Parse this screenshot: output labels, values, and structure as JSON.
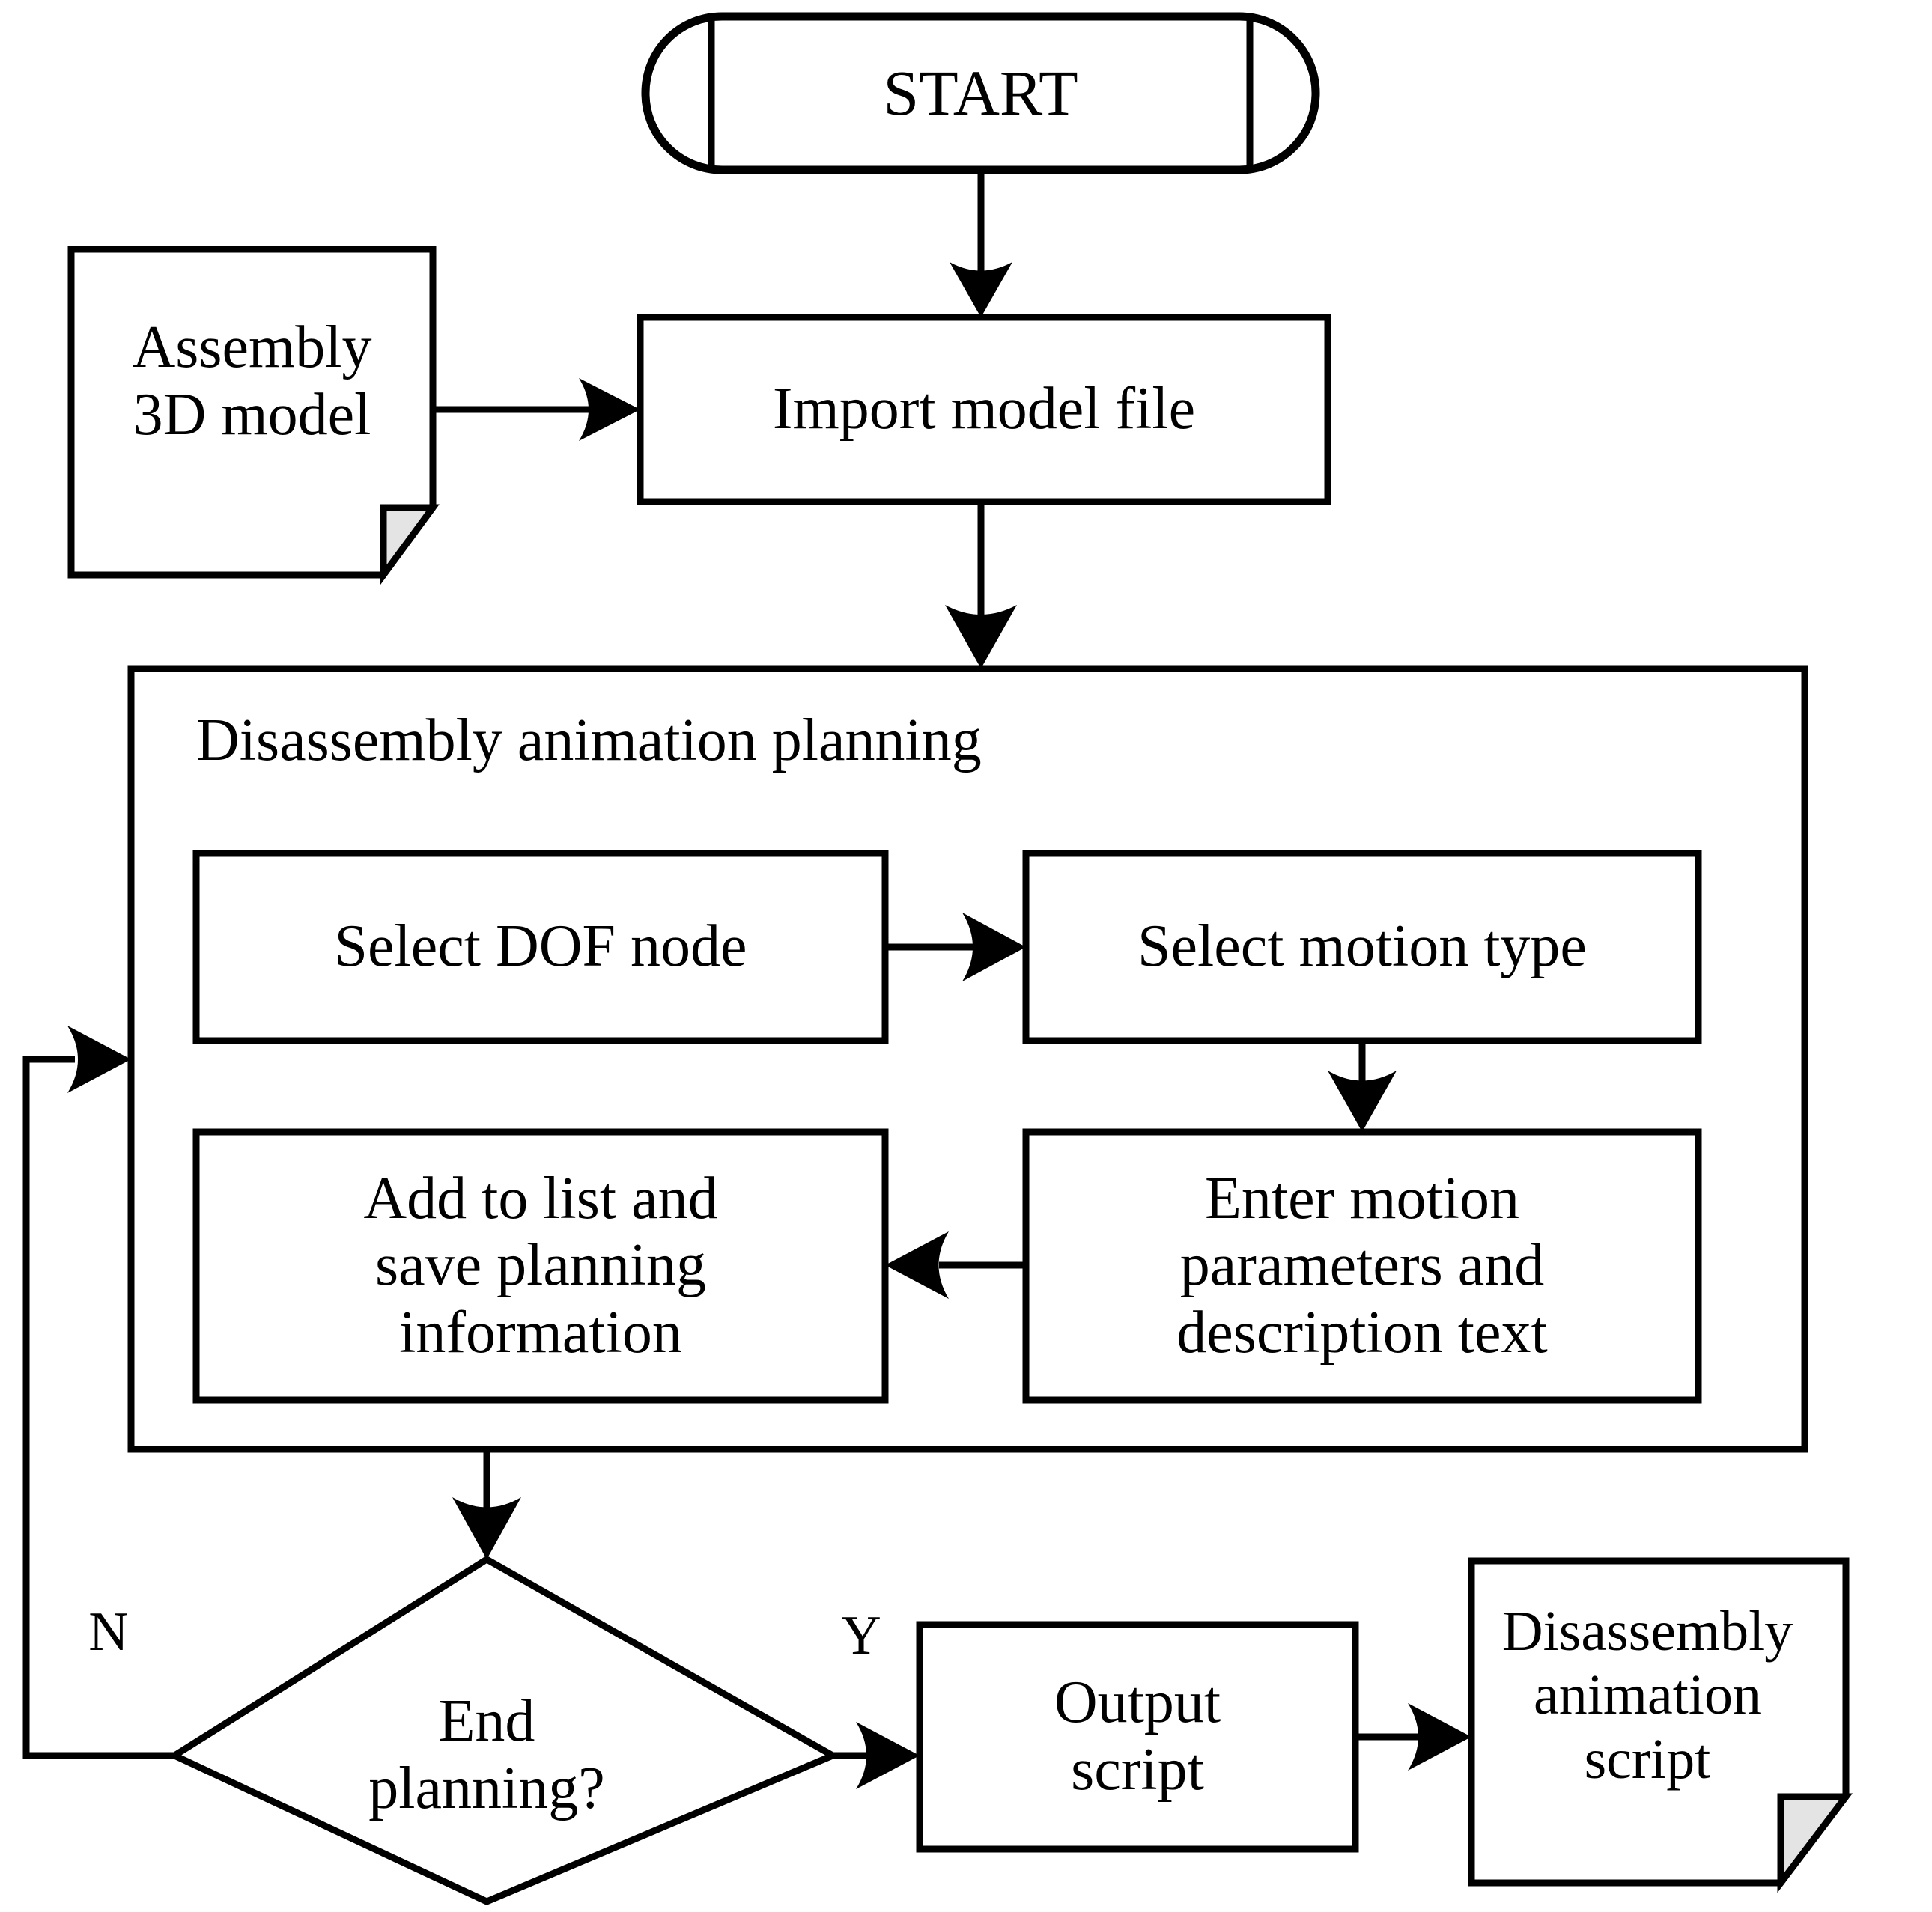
{
  "diagram": {
    "title": "Disassembly animation planning flowchart",
    "type": "flowchart",
    "background_color": "#ffffff",
    "line_color": "#000000",
    "fold_fill_color": "#e4e4e4"
  },
  "nodes": {
    "start": {
      "label": "START",
      "shape": "terminator"
    },
    "assembly_model": {
      "label": "Assembly\n3D model",
      "shape": "document"
    },
    "import_model": {
      "label": "Import model file",
      "shape": "process"
    },
    "planning_group": {
      "label": "Disassembly animation planning",
      "shape": "container"
    },
    "select_dof": {
      "label": "Select DOF node",
      "shape": "process"
    },
    "select_motion": {
      "label": "Select motion type",
      "shape": "process"
    },
    "enter_params": {
      "label": "Enter motion\nparameters and\ndescription text",
      "shape": "process"
    },
    "add_to_list": {
      "label": "Add to list and\nsave planning\ninformation",
      "shape": "process"
    },
    "end_planning": {
      "label": "End\nplanning?",
      "shape": "decision"
    },
    "output_script": {
      "label": "Output\nscript",
      "shape": "process"
    },
    "animation_script": {
      "label": "Disassembly\nanimation\nscript",
      "shape": "document"
    }
  },
  "edge_labels": {
    "no_branch": "N",
    "yes_branch": "Y"
  },
  "edges": [
    {
      "from": "start",
      "to": "import_model",
      "label": ""
    },
    {
      "from": "assembly_model",
      "to": "import_model",
      "label": ""
    },
    {
      "from": "import_model",
      "to": "planning_group",
      "label": ""
    },
    {
      "from": "select_dof",
      "to": "select_motion",
      "label": ""
    },
    {
      "from": "select_motion",
      "to": "enter_params",
      "label": ""
    },
    {
      "from": "enter_params",
      "to": "add_to_list",
      "label": ""
    },
    {
      "from": "planning_group",
      "to": "end_planning",
      "label": ""
    },
    {
      "from": "end_planning",
      "to": "planning_group",
      "label": "N"
    },
    {
      "from": "end_planning",
      "to": "output_script",
      "label": "Y"
    },
    {
      "from": "output_script",
      "to": "animation_script",
      "label": ""
    }
  ]
}
